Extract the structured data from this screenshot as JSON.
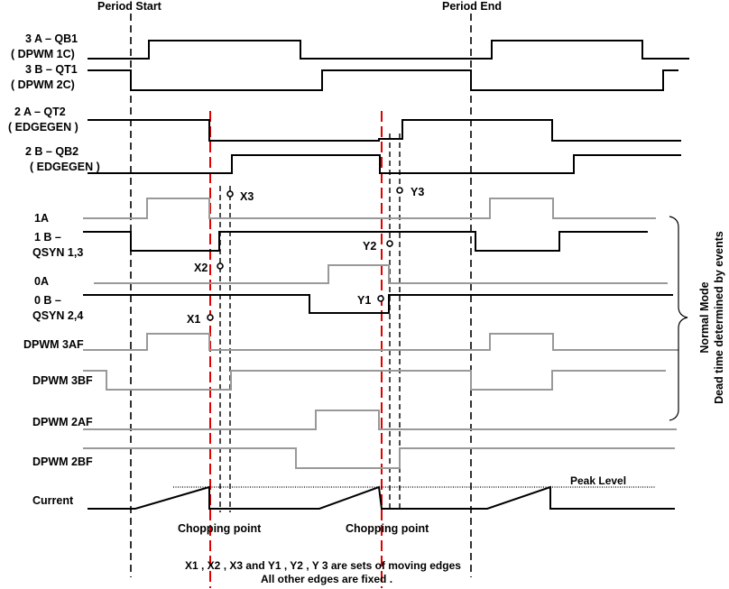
{
  "headers": {
    "period_start": "Period Start",
    "period_end": "Period End"
  },
  "signals": [
    {
      "id": "qb1",
      "line1": "3 A – QB1",
      "line2": "( DPWM 1C)",
      "color": "#000000"
    },
    {
      "id": "qt1",
      "line1": "3 B – QT1",
      "line2": "( DPWM 2C)",
      "color": "#000000"
    },
    {
      "id": "qt2",
      "line1": "2 A – QT2",
      "line2": "( EDGEGEN )",
      "color": "#000000"
    },
    {
      "id": "qb2",
      "line1": "2 B – QB2",
      "line2": "( EDGEGEN )",
      "color": "#000000"
    },
    {
      "id": "s1a",
      "line1": "1A",
      "line2": "",
      "color": "#999999"
    },
    {
      "id": "s1b",
      "line1": "1 B –",
      "line2": "QSYN 1,3",
      "color": "#000000"
    },
    {
      "id": "s0a",
      "line1": "0A",
      "line2": "",
      "color": "#999999"
    },
    {
      "id": "s0b",
      "line1": "0 B –",
      "line2": "QSYN 2,4",
      "color": "#000000"
    },
    {
      "id": "d3af",
      "line1": "DPWM 3AF",
      "line2": "",
      "color": "#999999"
    },
    {
      "id": "d3bf",
      "line1": "DPWM 3BF",
      "line2": "",
      "color": "#999999"
    },
    {
      "id": "d2af",
      "line1": "DPWM 2AF",
      "line2": "",
      "color": "#999999"
    },
    {
      "id": "d2bf",
      "line1": "DPWM 2BF",
      "line2": "",
      "color": "#999999"
    },
    {
      "id": "current",
      "line1": "Current",
      "line2": "",
      "color": "#000000"
    }
  ],
  "edge_markers": [
    "X1",
    "X2",
    "X3",
    "Y1",
    "Y2",
    "Y3"
  ],
  "peak_level": "Peak Level",
  "chopping_point": "Chopping point",
  "side_label": {
    "line1": "Normal Mode",
    "line2": "Dead time determined by events"
  },
  "footnote": {
    "line1": "X1 , X2 , X3  and Y1 , Y2 , Y 3    are sets of moving edges",
    "line2": "All other edges are fixed ."
  },
  "colors": {
    "black_trace": "#000000",
    "gray_trace": "#999999",
    "chopping_line": "#e00000"
  }
}
